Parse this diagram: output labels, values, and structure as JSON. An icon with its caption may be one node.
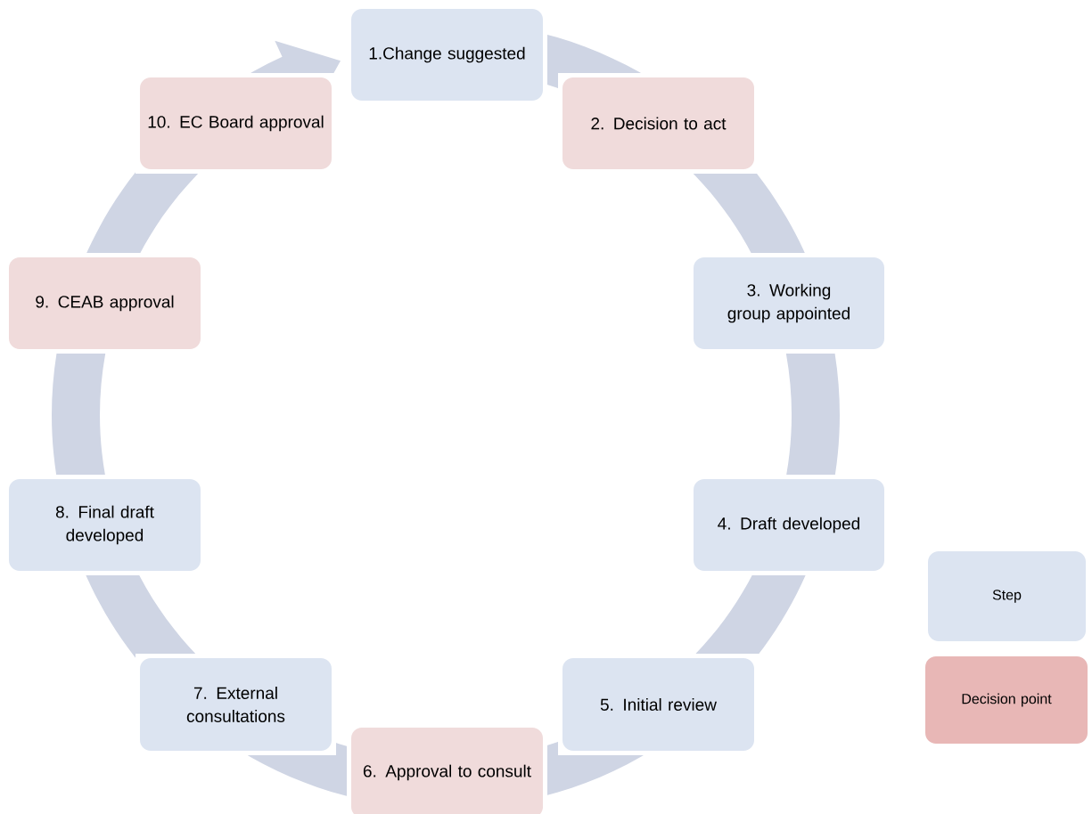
{
  "diagram": {
    "nodes": [
      {
        "text": [
          "1.Change suggested"
        ]
      },
      {
        "text": [
          "2. Decision to act"
        ]
      },
      {
        "text": [
          "3. Working group appointed"
        ]
      },
      {
        "text": [
          "4. Draft developed"
        ]
      },
      {
        "text": [
          "5. Initial review"
        ]
      },
      {
        "text": [
          "6. Approval to consult"
        ]
      },
      {
        "text": [
          "7. External consultations"
        ]
      },
      {
        "text": [
          "8. Final draft developed"
        ]
      },
      {
        "text": [
          "9. CEAB approval"
        ]
      },
      {
        "text": [
          "10. EC Board approval"
        ]
      }
    ],
    "edges": [
      {
        "from": 0,
        "to": 1,
        "arrow": "none"
      },
      {
        "from": 1,
        "to": 2,
        "arrow": "none"
      },
      {
        "from": 2,
        "to": 3,
        "arrow": "none"
      },
      {
        "from": 3,
        "to": 4,
        "arrow": "none"
      },
      {
        "from": 4,
        "to": 5,
        "arrow": "none"
      },
      {
        "from": 5,
        "to": 6,
        "arrow": "none"
      },
      {
        "from": 6,
        "to": 7,
        "arrow": "none"
      },
      {
        "from": 7,
        "to": 8,
        "arrow": "none"
      },
      {
        "from": 8,
        "to": 9,
        "arrow": "none"
      },
      {
        "from": 9,
        "to": 0,
        "arrow": "to"
      }
    ],
    "legend": [
      {
        "text": "Step",
        "color": "#dce4f1"
      },
      {
        "text": "Decision point",
        "color": "#e8b7b6"
      }
    ]
  }
}
